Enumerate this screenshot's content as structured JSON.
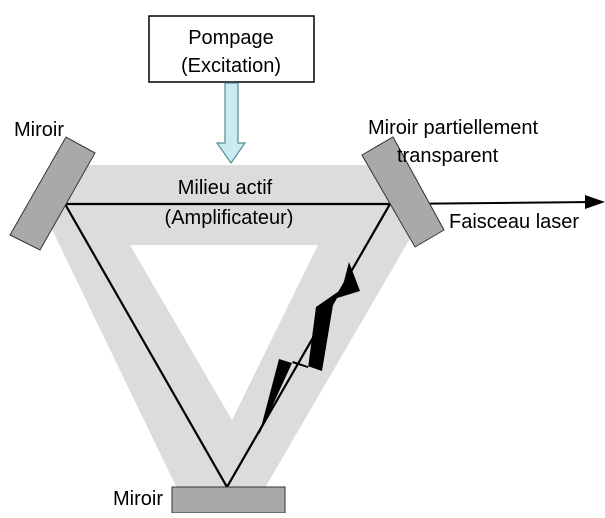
{
  "pumping": {
    "line1": "Pompage",
    "line2": "(Excitation)"
  },
  "medium": {
    "line1": "Milieu actif",
    "line2": "(Amplificateur)"
  },
  "mirror_left_label": "Miroir",
  "mirror_right_label_line1": "Miroir partiellement",
  "mirror_right_label_line2": "transparent",
  "mirror_bottom_label": "Miroir",
  "output_label": "Faisceau laser",
  "colors": {
    "active_medium": "#dcdcdc",
    "mirror_fill": "#a9a9a9",
    "pump_arrow_fill": "#c8ecef",
    "pump_arrow_stroke": "#5a8a96",
    "beam": "#000000"
  }
}
